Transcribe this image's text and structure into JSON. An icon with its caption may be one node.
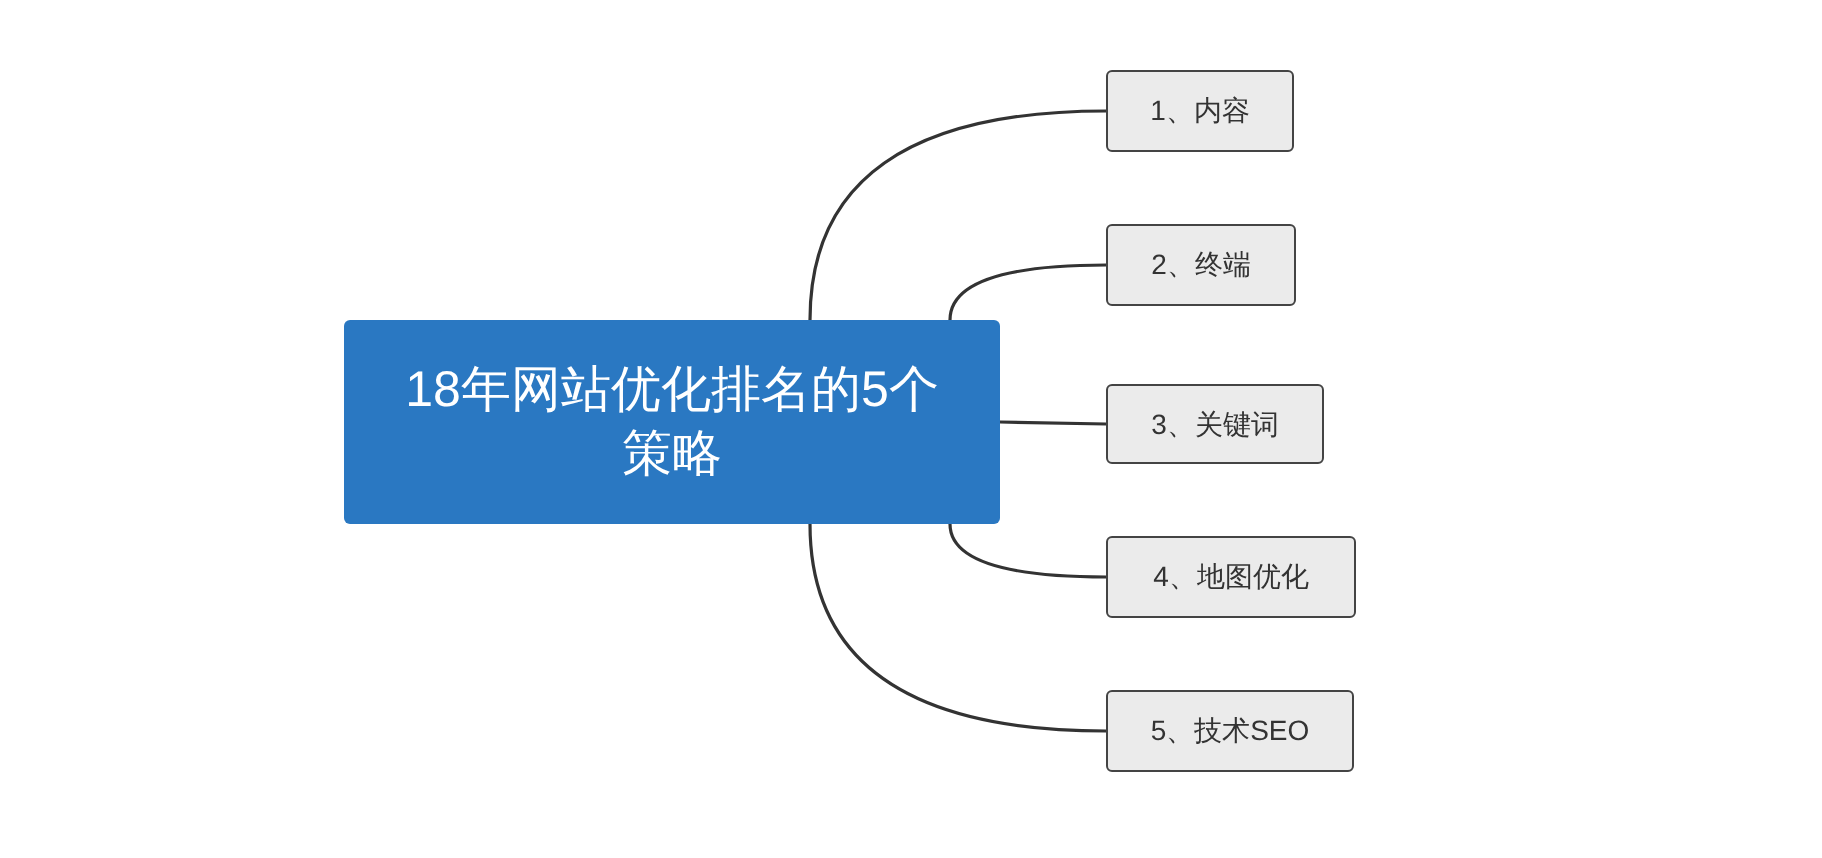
{
  "diagram": {
    "nodes": [
      {
        "text": [
          "18年网站优化排名的5个策略"
        ]
      },
      {
        "text": [
          "1、内容"
        ]
      },
      {
        "text": [
          "2、终端"
        ]
      },
      {
        "text": [
          "3、关键词"
        ]
      },
      {
        "text": [
          "4、地图优化"
        ]
      },
      {
        "text": [
          "5、技术SEO"
        ]
      }
    ],
    "edges": [
      {
        "from": 0,
        "to": 1,
        "arrow": "none"
      },
      {
        "from": 0,
        "to": 2,
        "arrow": "none"
      },
      {
        "from": 0,
        "to": 3,
        "arrow": "none"
      },
      {
        "from": 0,
        "to": 4,
        "arrow": "none"
      },
      {
        "from": 0,
        "to": 5,
        "arrow": "none"
      }
    ]
  }
}
